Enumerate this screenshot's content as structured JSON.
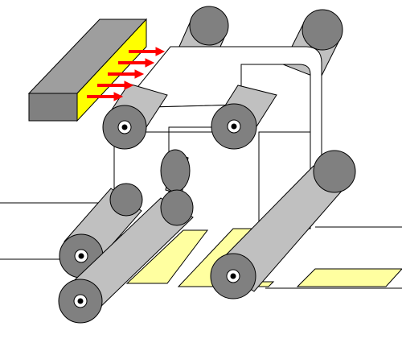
{
  "diagram": {
    "colors": {
      "roller_body": "#c0c0c0",
      "roller_end": "#808080",
      "hub": "#ffffff",
      "hub_core": "#000000",
      "web": "#ffffff",
      "outline": "#000000",
      "heater_body": "#9e9e9e",
      "heater_end": "#808080",
      "heater_glow": "#ffff00",
      "arrow": "#ff0000",
      "panel": "#ffffa0"
    },
    "components": [
      {
        "kind": "heater",
        "icon": "radiant-heater-icon",
        "arrow_count": 5
      },
      {
        "kind": "roller",
        "icon": "roller-icon",
        "count": 7
      },
      {
        "kind": "web",
        "icon": "film-web-icon"
      },
      {
        "kind": "panel",
        "icon": "yellow-sheet-icon",
        "count": 4
      }
    ]
  }
}
